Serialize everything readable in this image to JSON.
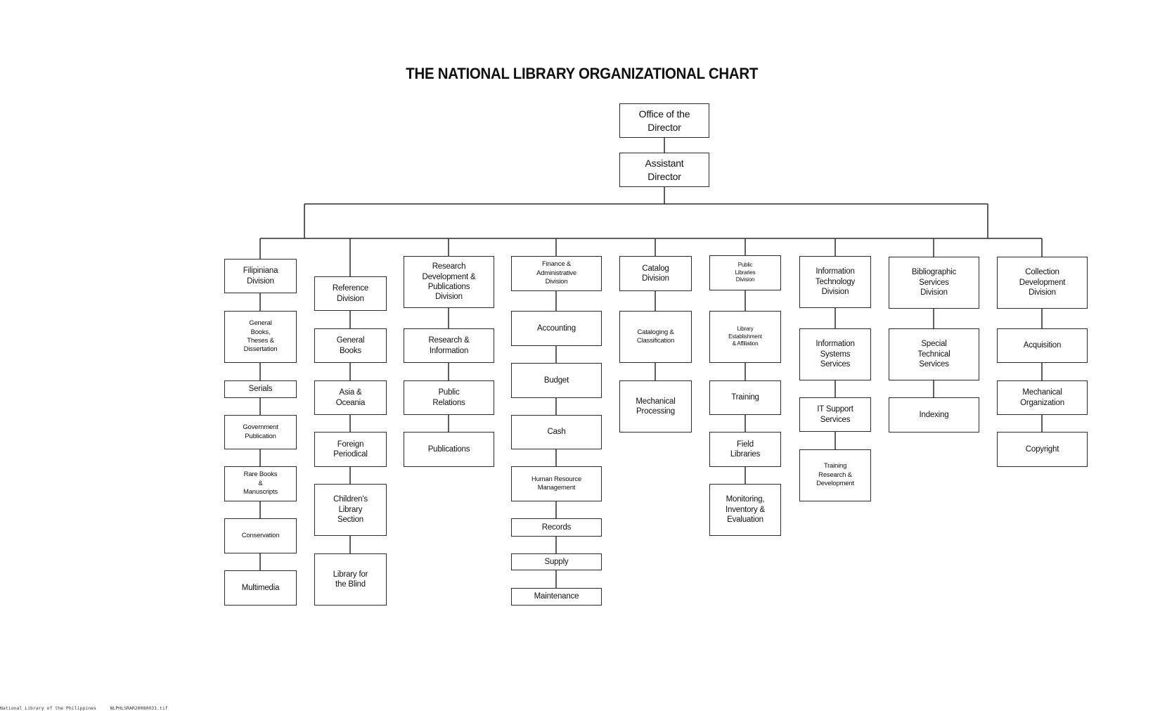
{
  "title": "THE NATIONAL LIBRARY ORGANIZATIONAL CHART",
  "footer": "National Library of the Philippines     NLPHLSRAR20080031.tif",
  "nodes": {
    "director": "Office of the\nDirector",
    "assistant": "Assistant\nDirector",
    "c1_0": "Filipiniana\nDivision",
    "c1_1": "General\nBooks,\nTheses &\nDissertation",
    "c1_2": "Serials",
    "c1_3": "Government\nPublication",
    "c1_4": "Rare Books\n&\nManuscripts",
    "c1_5": "Conservation",
    "c1_6": "Multimedia",
    "c2_0": "Reference\nDivision",
    "c2_1": "General\nBooks",
    "c2_2": "Asia &\nOceania",
    "c2_3": "Foreign\nPeriodical",
    "c2_4": "Children's\nLibrary\nSection",
    "c2_5": "Library for\nthe Blind",
    "c3_0": "Research\nDevelopment &\nPublications\nDivision",
    "c3_1": "Research &\nInformation",
    "c3_2": "Public\nRelations",
    "c3_3": "Publications",
    "c4_0": "Finance &\nAdministrative\nDivision",
    "c4_1": "Accounting",
    "c4_2": "Budget",
    "c4_3": "Cash",
    "c4_4": "Human Resource\nManagement",
    "c4_5": "Records",
    "c4_6": "Supply",
    "c4_7": "Maintenance",
    "c5_0": "Catalog\nDivision",
    "c5_1": "Cataloging &\nClassification",
    "c5_2": "Mechanical\nProcessing",
    "c6_0": "Public\nLibraries\nDivision",
    "c6_1": "Library\nEstablishment\n& Affiliation",
    "c6_2": "Training",
    "c6_3": "Field\nLibraries",
    "c6_4": "Monitoring,\nInventory &\nEvaluation",
    "c7_0": "Information\nTechnology\nDivision",
    "c7_1": "Information\nSystems\nServices",
    "c7_2": "IT Support\nServices",
    "c7_3": "Training\nResearch &\nDevelopment",
    "c8_0": "Bibliographic\nServices\nDivision",
    "c8_1": "Special\nTechnical\nServices",
    "c8_2": "Indexing",
    "c9_0": "Collection\nDevelopment\nDivision",
    "c9_1": "Acquisition",
    "c9_2": "Mechanical\nOrganization",
    "c9_3": "Copyright"
  }
}
